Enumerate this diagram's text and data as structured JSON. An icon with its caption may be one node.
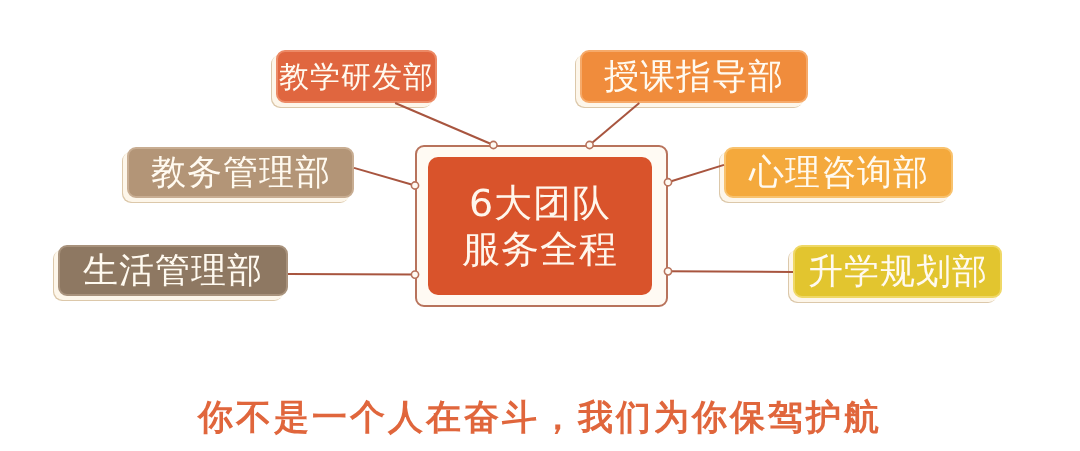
{
  "diagram": {
    "nodes": [
      {
        "text": [
          "6大团队服务全程"
        ]
      },
      {
        "text": [
          "教学研发部"
        ]
      },
      {
        "text": [
          "授课指导部"
        ]
      },
      {
        "text": [
          "教务管理部"
        ]
      },
      {
        "text": [
          "心理咨询部"
        ]
      },
      {
        "text": [
          "生活管理部"
        ]
      },
      {
        "text": [
          "升学规划部"
        ]
      }
    ],
    "edges": [
      {
        "from": 0,
        "to": 1,
        "arrow": "other"
      },
      {
        "from": 0,
        "to": 2,
        "arrow": "other"
      },
      {
        "from": 0,
        "to": 3,
        "arrow": "other"
      },
      {
        "from": 0,
        "to": 4,
        "arrow": "other"
      },
      {
        "from": 0,
        "to": 5,
        "arrow": "other"
      },
      {
        "from": 0,
        "to": 6,
        "arrow": "other"
      }
    ],
    "labels": [
      "你不是一个人在奋斗，我们为你保驾护航"
    ]
  }
}
